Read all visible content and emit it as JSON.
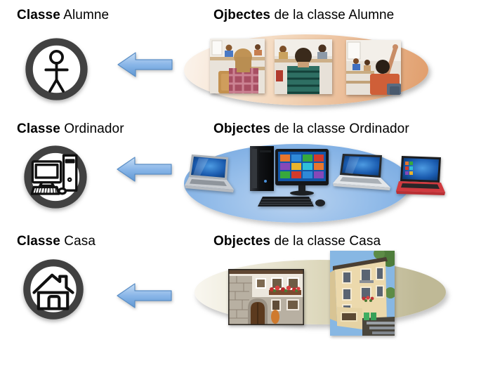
{
  "rows": [
    {
      "id": "alumne",
      "class_heading": {
        "bold": "Classe",
        "rest": " Alumne"
      },
      "objects_heading": {
        "bold": "Ojbectes",
        "rest": " de la classe Alumne"
      },
      "icon_name": "person-icon",
      "object_photos": [
        "classroom-student-back-girl",
        "classroom-student-back-boy",
        "classroom-student-raising-hand"
      ],
      "ellipse_gradient": [
        "#fbf4ed",
        "#e19f6e"
      ]
    },
    {
      "id": "ordinador",
      "class_heading": {
        "bold": "Classe",
        "rest": " Ordinador"
      },
      "objects_heading": {
        "bold": "Objectes",
        "rest": " de la classe Ordinador"
      },
      "icon_name": "desktop-computer-icon",
      "object_photos": [
        "silver-laptop",
        "desktop-tower-monitor-keyboard",
        "silver-black-laptop",
        "red-laptop"
      ],
      "ellipse_gradient": [
        "#bad3f0",
        "#74a7e0"
      ]
    },
    {
      "id": "casa",
      "class_heading": {
        "bold": "Classe",
        "rest": " Casa"
      },
      "objects_heading": {
        "bold": "Objectes",
        "rest": " de la classe Casa"
      },
      "icon_name": "house-icon",
      "object_photos": [
        "stone-house-with-flowers",
        "three-story-cream-house"
      ],
      "ellipse_gradient": [
        "#f9f7f0",
        "#bfb996"
      ]
    }
  ],
  "colors": {
    "background": "#ffffff",
    "arrow_fill_top": "#c6ddf4",
    "arrow_fill_bottom": "#5f97d2",
    "arrow_border": "#5a8ec6",
    "icon_ring": "#414141",
    "text": "#000000"
  }
}
